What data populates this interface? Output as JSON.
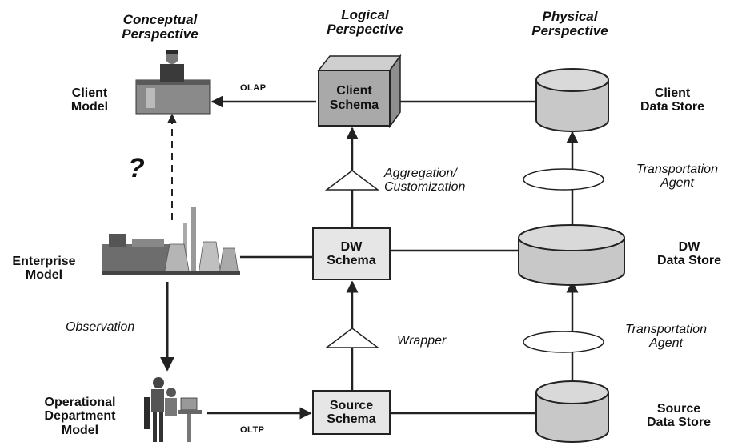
{
  "headers": {
    "conceptual": "Conceptual\nPerspective",
    "logical": "Logical\nPerspective",
    "physical": "Physical\nPerspective"
  },
  "models": {
    "client": "Client\nModel",
    "enterprise": "Enterprise\nModel",
    "operational": "Operational\nDepartment\nModel"
  },
  "schemas": {
    "client": "Client\nSchema",
    "dw": "DW\nSchema",
    "source": "Source\nSchema"
  },
  "stores": {
    "client": "Client\nData Store",
    "dw": "DW\nData Store",
    "source": "Source\nData Store"
  },
  "edges": {
    "olap": "OLAP",
    "oltp": "OLTP",
    "observation": "Observation",
    "question": "?",
    "aggregation": "Aggregation/\nCustomization",
    "wrapper": "Wrapper",
    "transport_upper": "Transportation\nAgent",
    "transport_lower": "Transportation\nAgent"
  },
  "colors": {
    "line": "#222222",
    "store_fill": "#c8c8c8",
    "schema_grey": "#a9a9a9",
    "schema_light": "#e6e6e6"
  }
}
